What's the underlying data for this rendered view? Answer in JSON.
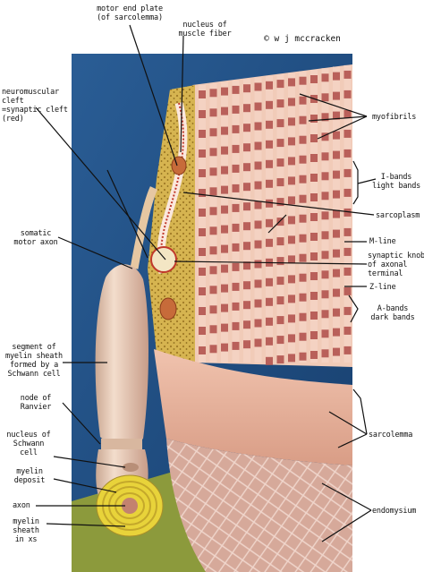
{
  "credit": "© w j mccracken",
  "labels": {
    "motor_end_plate": "motor end plate\n(of sarcolemma)",
    "nucleus_muscle_fiber": "nucleus of\nmuscle fiber",
    "neuromuscular_cleft": "neuromuscular\ncleft\n=synaptic cleft\n(red)",
    "myofibrils": "myofibrils",
    "i_bands": "I-bands\nlight bands",
    "sarcoplasm": "sarcoplasm",
    "somatic_motor_axon": "somatic\nmotor axon",
    "m_line": "M-line",
    "synaptic_knob": "synaptic knob\nof axonal\nterminal",
    "z_line": "Z-line",
    "a_bands": "A-bands\ndark bands",
    "segment_myelin": "segment of\nmyelin sheath\nformed by a\nSchwann cell",
    "node_ranvier": "node of\nRanvier",
    "nucleus_schwann": "nucleus of\nSchwann\ncell",
    "sarcolemma": "sarcolemma",
    "myelin_deposit": "myelin\ndeposit",
    "axon": "axon",
    "endomysium": "endomysium",
    "myelin_sheath_xs": "myelin\nsheath\nin xs"
  },
  "colors": {
    "background_blue": "#1f4f86",
    "muscle_pink": "#e9b8a4",
    "dark_band": "#b9605a",
    "sarcoplasm_yellow": "#d9b94f",
    "myelin_cream": "#ead2b8",
    "myelin_yellow": "#e8d33a",
    "table_green": "#8c9a3c"
  }
}
